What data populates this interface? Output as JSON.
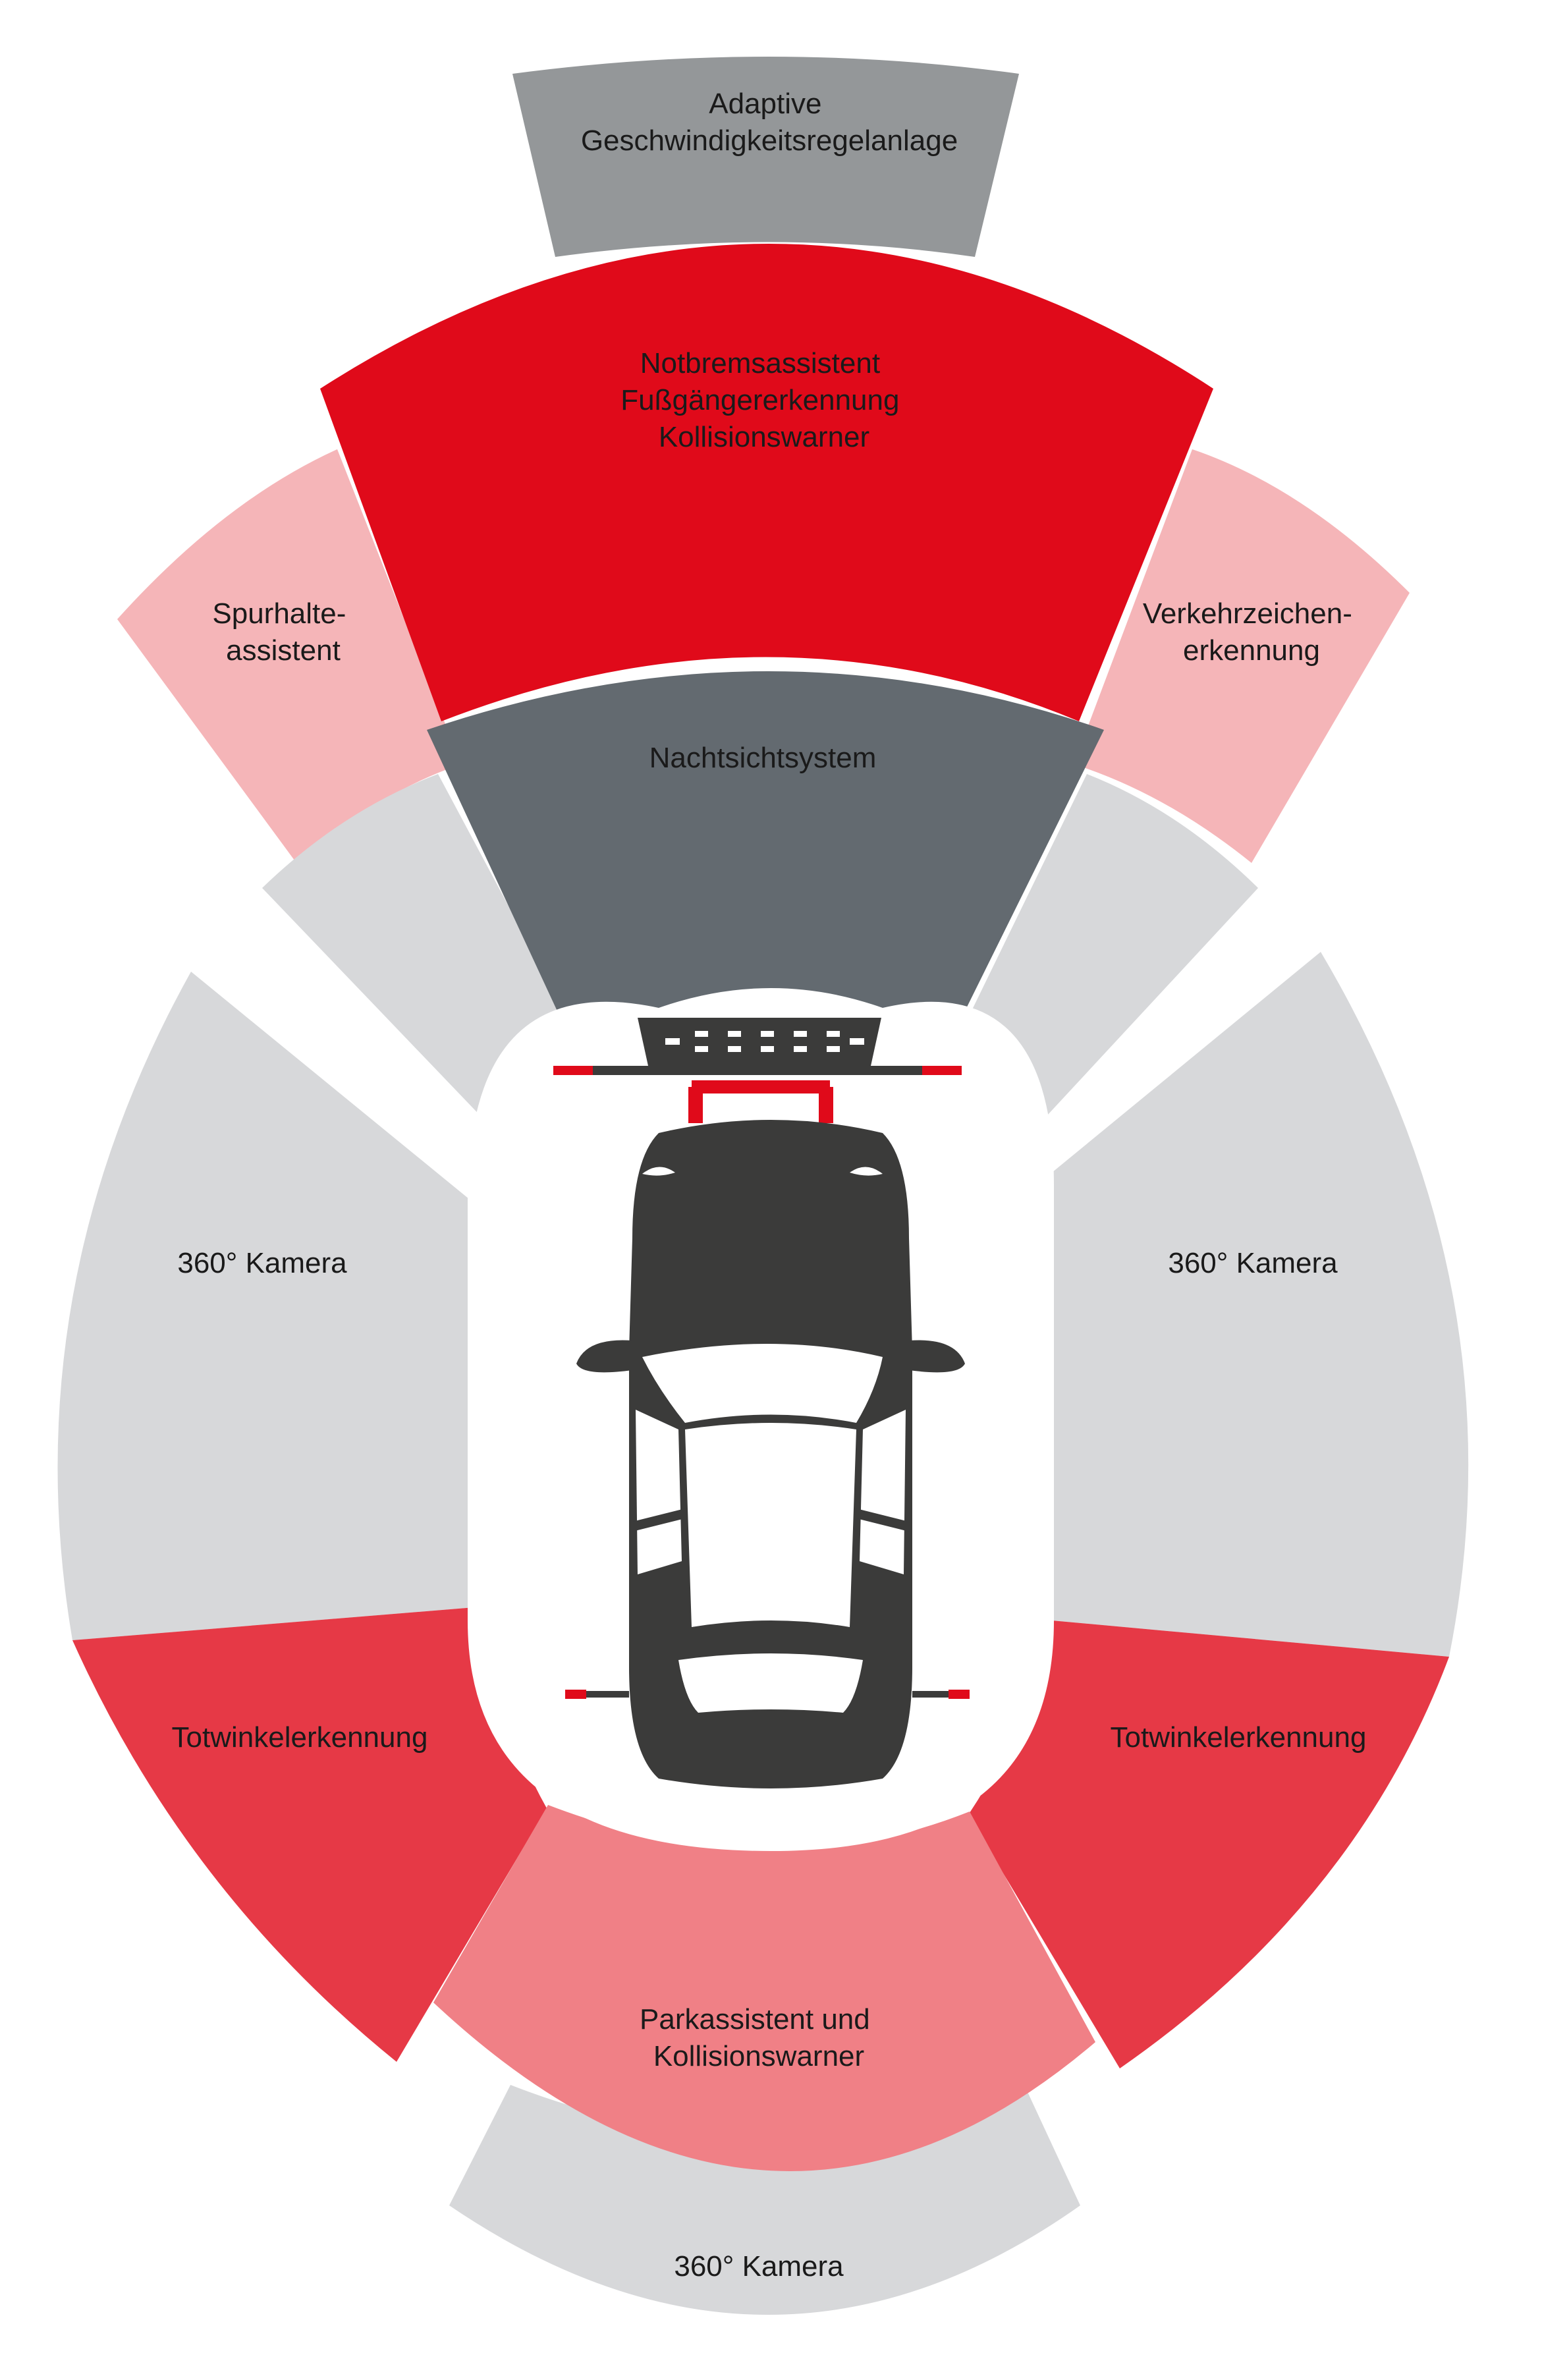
{
  "colors": {
    "background": "#ffffff",
    "gray_medium": "#949799",
    "gray_dark": "#636a70",
    "gray_light": "#d7d8da",
    "red_strong": "#e00a1a",
    "red_medium": "#e63946",
    "red_light": "#f08086",
    "red_pale": "#f5b5b8",
    "car_body": "#3b3b3a",
    "car_glass": "#ffffff",
    "label_text": "#1a1a1a"
  },
  "zones": {
    "adaptive_cruise": {
      "line1": "Adaptive",
      "line2": "Geschwindigkeitsregelanlage"
    },
    "emergency_brake": {
      "line1": "Notbremsassistent",
      "line2": "Fußgängererkennung",
      "line3": "Kollisionswarner"
    },
    "lane_keep": {
      "line1": "Spurhalte-",
      "line2": "assistent"
    },
    "traffic_sign": {
      "line1": "Verkehrzeichen-",
      "line2": "erkennung"
    },
    "night_vision": {
      "line1": "Nachtsichtsystem"
    },
    "camera_left": {
      "line1": "360° Kamera"
    },
    "camera_right": {
      "line1": "360° Kamera"
    },
    "blind_spot_left": {
      "line1": "Totwinkelerkennung"
    },
    "blind_spot_right": {
      "line1": "Totwinkelerkennung"
    },
    "park_assist": {
      "line1": "Parkassistent und",
      "line2": "Kollisionswarner"
    },
    "camera_rear": {
      "line1": "360° Kamera"
    }
  },
  "icons": {
    "car": "car-top-view-icon",
    "sensor_bar": "sensor-array-icon"
  }
}
